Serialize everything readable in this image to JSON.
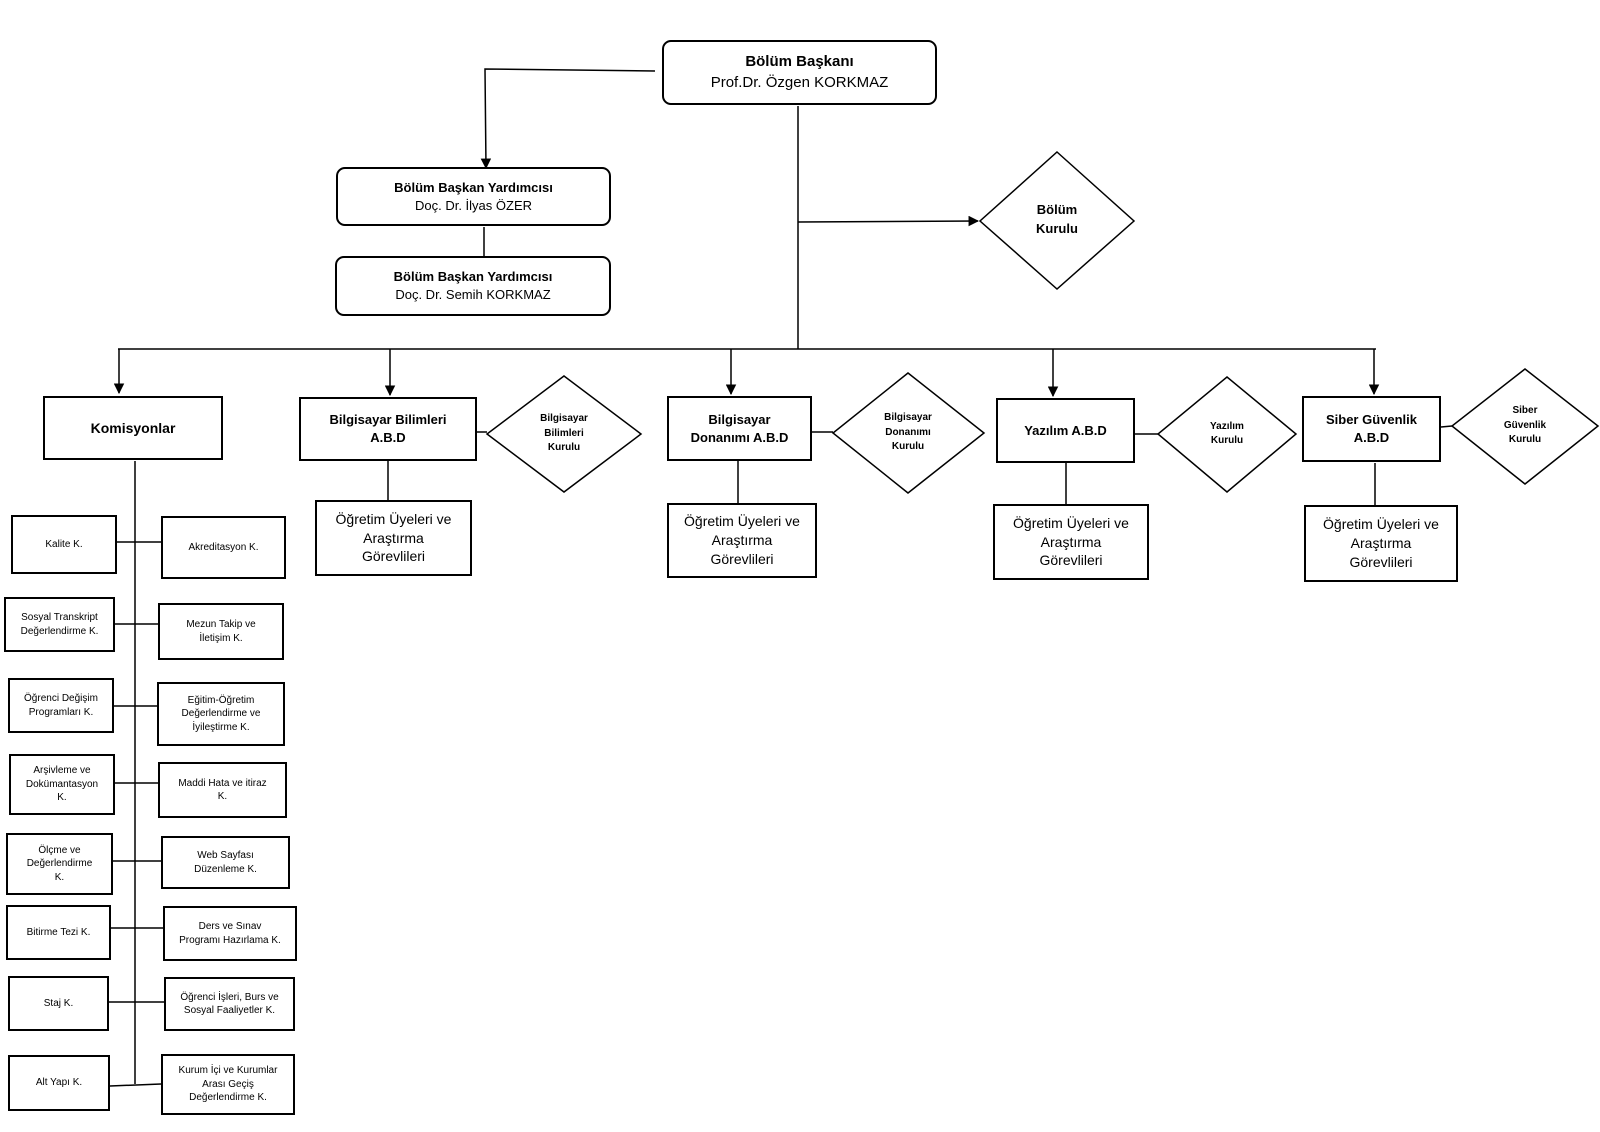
{
  "head": {
    "title": "Bölüm Başkanı",
    "name": "Prof.Dr. Özgen KORKMAZ"
  },
  "deputies": [
    {
      "title": "Bölüm Başkan Yardımcısı",
      "name": "Doç. Dr. İlyas ÖZER"
    },
    {
      "title": "Bölüm Başkan Yardımcısı",
      "name": "Doç. Dr. Semih KORKMAZ"
    }
  ],
  "board": {
    "line1": "Bölüm",
    "line2": "Kurulu"
  },
  "commissions": {
    "title": "Komisyonlar",
    "left": [
      [
        "Kalite K."
      ],
      [
        "Sosyal Transkript",
        "Değerlendirme K."
      ],
      [
        "Öğrenci Değişim",
        "Programları K."
      ],
      [
        "Arşivleme ve",
        "Dokümantasyon",
        "K."
      ],
      [
        "Ölçme ve",
        "Değerlendirme",
        "K."
      ],
      [
        "Bitirme Tezi K."
      ],
      [
        "Staj K."
      ],
      [
        "Alt Yapı K."
      ]
    ],
    "right": [
      [
        "Akreditasyon K."
      ],
      [
        "Mezun Takip ve",
        "İletişim K."
      ],
      [
        "Eğitim-Öğretim",
        "Değerlendirme ve",
        "İyileştirme K."
      ],
      [
        "Maddi Hata ve itiraz",
        "K."
      ],
      [
        "Web Sayfası",
        "Düzenleme K."
      ],
      [
        "Ders ve Sınav",
        "Programı Hazırlama K."
      ],
      [
        "Öğrenci İşleri, Burs ve",
        "Sosyal Faaliyetler K."
      ],
      [
        "Kurum İçi ve Kurumlar",
        "Arası Geçiş",
        "Değerlendirme K."
      ]
    ]
  },
  "departments": [
    {
      "name": [
        "Bilgisayar Bilimleri",
        "A.B.D"
      ],
      "council": [
        "Bilgisayar",
        "Bilimleri",
        "Kurulu"
      ],
      "staff": [
        "Öğretim Üyeleri ve",
        "Araştırma",
        "Görevlileri"
      ]
    },
    {
      "name": [
        "Bilgisayar",
        "Donanımı A.B.D"
      ],
      "council": [
        "Bilgisayar",
        "Donanımı",
        "Kurulu"
      ],
      "staff": [
        "Öğretim Üyeleri ve",
        "Araştırma",
        "Görevlileri"
      ]
    },
    {
      "name": [
        "Yazılım A.B.D"
      ],
      "council": [
        "Yazılım",
        "Kurulu"
      ],
      "staff": [
        "Öğretim Üyeleri ve",
        "Araştırma",
        "Görevlileri"
      ]
    },
    {
      "name": [
        "Siber Güvenlik",
        "A.B.D"
      ],
      "council": [
        "Siber",
        "Güvenlik",
        "Kurulu"
      ],
      "staff": [
        "Öğretim Üyeleri ve",
        "Araştırma",
        "Görevlileri"
      ]
    }
  ]
}
